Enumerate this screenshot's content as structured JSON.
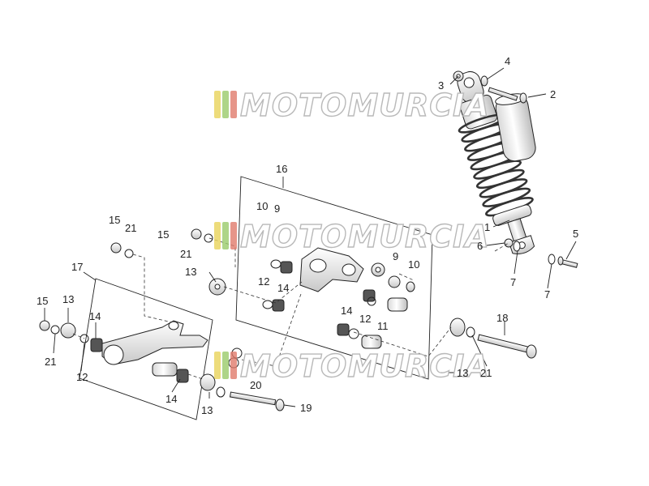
{
  "watermark": {
    "text": "MOTOMURCIA",
    "colors": [
      "#e8d35a",
      "#9acb6a",
      "#e07b6b"
    ]
  },
  "callouts": {
    "c1": "1",
    "c2": "2",
    "c3": "3",
    "c4": "4",
    "c5": "5",
    "c6": "6",
    "c7a": "7",
    "c7b": "7",
    "c9a": "9",
    "c9b": "9",
    "c10a": "10",
    "c10b": "10",
    "c11": "11",
    "c12a": "12",
    "c12b": "12",
    "c12c": "12",
    "c13a": "13",
    "c13b": "13",
    "c13c": "13",
    "c13d": "13",
    "c14a": "14",
    "c14b": "14",
    "c14c": "14",
    "c14d": "14",
    "c15a": "15",
    "c15b": "15",
    "c15c": "15",
    "c16": "16",
    "c17": "17",
    "c18": "18",
    "c19": "19",
    "c20": "20",
    "c21a": "21",
    "c21b": "21",
    "c21c": "21",
    "c21d": "21"
  },
  "colors": {
    "line": "#222222",
    "part_fill": "#f2f2f2",
    "part_shade": "#cfcfcf",
    "spring": "#444444"
  }
}
